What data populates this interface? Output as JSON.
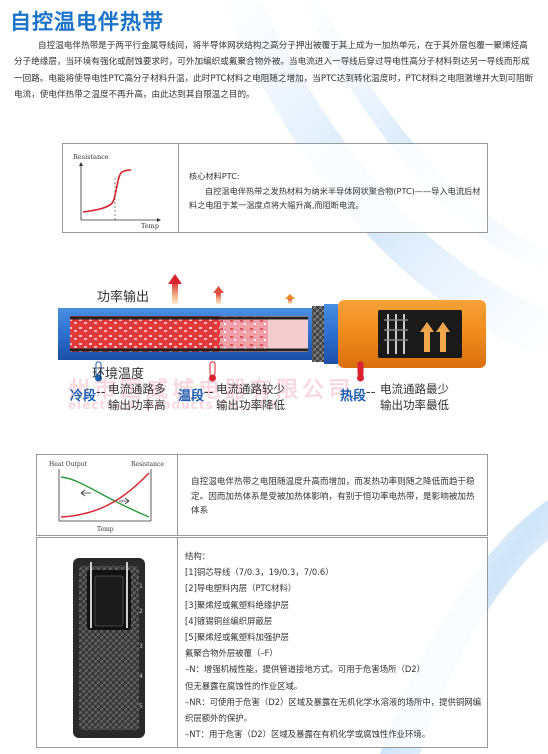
{
  "title": "自控温电伴热带",
  "intro": "自控温电伴热带是于两平行金属导线间，将半导体网状结构之高分子押出被覆于其上成为一加热单元，在于其外层包覆一聚烯烃高分子绝缘层，当环境有强化或耐蚀要求时，可外加编织或氟聚合物外被。当电流进入一导线后穿过导电性高分子材料到达另一导线而形成一回路。电能将使导电性PTC高分子材料升温，此时PTC材料之电阻随之增加，当PTC达到转化温度时，PTC材料之电阻激增并大到可阻断电流，使电伴热带之温度不再升高，由此达到其自限温之目的。",
  "ptc": {
    "chart": {
      "ylabel": "Resistance",
      "xlabel": "Temp"
    },
    "heading": "核心材料PTC:",
    "body": "自控温电伴热带之发热材料为纳米半导体网状聚合物(PTC)——导入电流后材料之电阻于某一温度点将大幅升高,而阻断电流。"
  },
  "diagram": {
    "power_output": "功率输出",
    "env_temp": "环境温度",
    "cold_label": "冷段",
    "cold_desc_1": "电流通路多",
    "cold_desc_2": "输出功率高",
    "warm_label": "温段",
    "warm_desc_1": "电流通路较少",
    "warm_desc_2": "输出功率降低",
    "hot_label": "热段",
    "hot_desc_1": "电流通路最少",
    "hot_desc_2": "输出功率最低",
    "watermark_cn": "州市国威城电器有限公司",
    "watermark_en": "electrical products CO.,LTD"
  },
  "output": {
    "chart": {
      "ylabel_left": "Heat Output",
      "ylabel_right": "Resistance",
      "xlabel": "Temp"
    },
    "body": "自控温电伴热带之电阻随温度升高而增加，而发热功率则随之降低而趋于稳定。因而加热体系是受被加热体影响，有别于恒功率电热带，是影响被加热体系"
  },
  "structure": {
    "heading": "结构：",
    "items": [
      "[1]铜芯导线（7/0.3，19/0.3，7/0.6）",
      "[2]导电塑料内层（PTC材料）",
      "[3]聚烯烃或氟塑料绝缘护层",
      "[4]镀锡铜丝编织屏蔽层",
      "[5]聚烯烃或氟塑料加强护层",
      "氟聚合物外层被覆（–F）",
      "–N：增强机械性能，提供管道接地方式。可用于危害场所（D2）",
      "但无暴露在腐蚀性的作业区域。",
      "–NR：可使用于危害（D2）区域及暴露在无机化学水溶液的场所中，提供铜网编织层额外的保护。",
      "–NT：用于危害（D2）区域及暴露在有机化学或腐蚀性作业环境。"
    ]
  },
  "colors": {
    "title": "#1a73c8",
    "accent_blue": "#1d5fb3",
    "heat_red": "#d9232e",
    "jacket_orange": "#f08a1c"
  }
}
